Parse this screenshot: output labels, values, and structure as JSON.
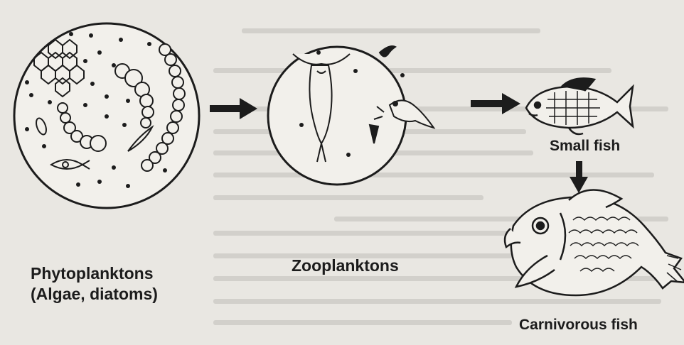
{
  "diagram": {
    "nodes": [
      {
        "id": "phyto",
        "label_line1": "Phytoplanktons",
        "label_line2": "(Algae, diatoms)"
      },
      {
        "id": "zoo",
        "label": "Zooplanktons"
      },
      {
        "id": "small",
        "label": "Small fish"
      },
      {
        "id": "carni",
        "label": "Carnivorous fish"
      }
    ],
    "edges": [
      {
        "from": "phyto",
        "to": "zoo"
      },
      {
        "from": "zoo",
        "to": "small"
      },
      {
        "from": "small",
        "to": "carni"
      }
    ]
  },
  "colors": {
    "ink": "#1c1c1c",
    "paper": "#e9e7e2",
    "faint_text": "#d2d0cb"
  }
}
